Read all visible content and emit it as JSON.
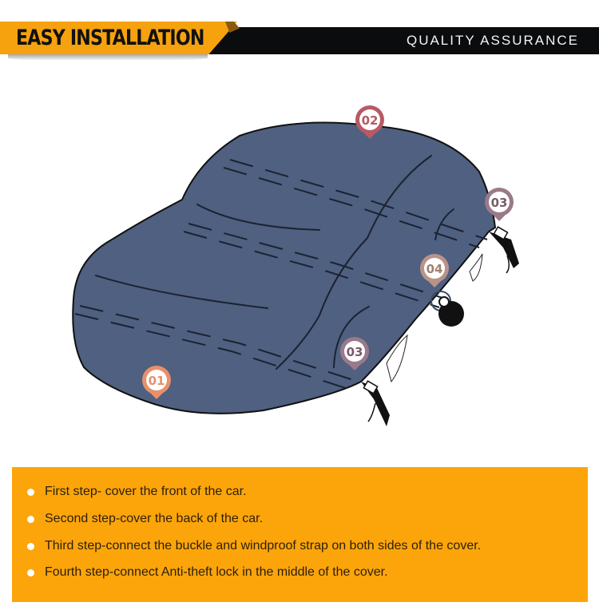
{
  "header": {
    "left_title": "EASY INSTALLATION",
    "right_title": "QUALITY ASSURANCE",
    "accent_color": "#f6a20e",
    "bar_color": "#0b0c0e"
  },
  "diagram": {
    "subject": "car-cover-illustration",
    "cover_color": "#4f6080",
    "markers": [
      {
        "label": "01",
        "color": "#e8906a"
      },
      {
        "label": "02",
        "color": "#b75a64"
      },
      {
        "label": "03",
        "color": "#9a7a8a"
      },
      {
        "label": "04",
        "color": "#b89488"
      },
      {
        "label": "03",
        "color": "#9a7a8a"
      }
    ]
  },
  "steps": {
    "background_color": "#fca50a",
    "items": [
      {
        "text": "First step- cover the front of the car."
      },
      {
        "text": "Second step-cover the back of the car."
      },
      {
        "text": "Third step-connect the buckle and windproof strap on both sides of the cover."
      },
      {
        "text": "Fourth step-connect Anti-theft lock in the middle of the cover."
      }
    ]
  }
}
